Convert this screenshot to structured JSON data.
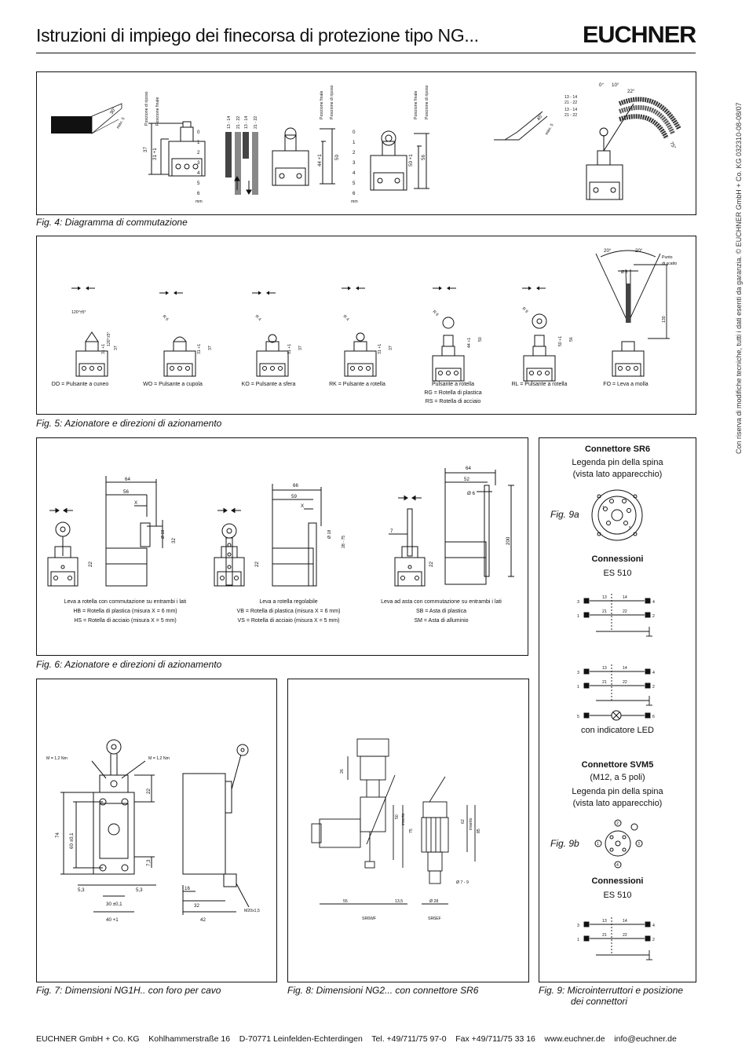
{
  "header": {
    "title": "Istruzioni di impiego dei finecorsa di protezione tipo NG...",
    "logo": "EUCHNER"
  },
  "sidebar": {
    "text": "Con riserva di modifiche tecniche, tutti i dati esenti da garanzia.   © EUCHNER GmbH + Co. KG   032310-08-08/07"
  },
  "fig4": {
    "caption": "Fig. 4: Diagramma di commutazione",
    "pos_rest": "Posizione di riposo",
    "pos_end": "Posizione finale",
    "contacts": [
      "13 - 14",
      "21 - 22",
      "13 - 14",
      "21 - 22"
    ],
    "scale": [
      "0",
      "1",
      "2",
      "3",
      "4",
      "5",
      "6"
    ],
    "mm": "mm",
    "dims": {
      "a": "37",
      "b": "31 +1",
      "c": "44 +1",
      "d": "50",
      "e": "50 +1",
      "f": "56",
      "g": "30°",
      "h": "45°",
      "i": "max. 5"
    },
    "angles": [
      "0°",
      "10°",
      "22°",
      "75°"
    ],
    "contacts_r": [
      "13 - 14",
      "21 - 22",
      "13 - 14",
      "21 - 22"
    ]
  },
  "fig5": {
    "caption": "Fig. 5: Azionatore e direzioni di azionamento",
    "items": [
      {
        "label": "DO = Pulsante a cuneo",
        "dim": "120°±5°"
      },
      {
        "label": "WO = Pulsante a cupola",
        "dim": "R 6"
      },
      {
        "label": "KO = Pulsante a sfera",
        "dim": "R 4"
      },
      {
        "label": "RK = Pulsante a rotella",
        "dim": "R 4"
      },
      {
        "label": "Pulsante a rotella",
        "sub1": "RG = Rotella di plastica",
        "sub2": "RS = Rotella di acciaio",
        "dim": "R 6"
      },
      {
        "label": "RL = Pulsante a rotella",
        "dim": "R 9"
      },
      {
        "label": "FO = Leva a molla",
        "dim": "Ø 8"
      }
    ],
    "spring": {
      "angle1": "20°",
      "angle2": "20°",
      "point_l1": "Punto",
      "point_l2": "di scatto",
      "len": "130"
    },
    "dims": [
      "31 +1",
      "37",
      "44 +1",
      "50",
      "50 +1",
      "56"
    ]
  },
  "fig6": {
    "caption": "Fig. 6: Azionatore e direzioni di azionamento",
    "groups": [
      {
        "l1": "Leva a rotella con commutazione su entrambi i lati",
        "l2": "HB = Rotella di plastica (misura X = 6 mm)",
        "l3": "HS = Rotella di acciaio (misura X = 5 mm)"
      },
      {
        "l1": "Leva a rotella regolabile",
        "l2": "VB = Rotella di plastica (misura X = 6 mm)",
        "l3": "VS = Rotella di acciaio (misura X = 5 mm)"
      },
      {
        "l1": "Leva ad asta con commutazione su entrambi i lati",
        "l2": "SB = Asta di plastica",
        "l3": "SM = Asta di alluminio"
      }
    ],
    "dims": {
      "d64": "64",
      "d56": "56",
      "d66": "66",
      "d59": "59",
      "x": "X",
      "d18": "Ø 18",
      "d32": "32",
      "d22": "22",
      "d2875": "28 - 75",
      "d7": "7",
      "d52": "52",
      "d6": "Ø 6",
      "d200": "200"
    }
  },
  "fig7": {
    "caption": "Fig. 7: Dimensioni NG1H.. con foro per cavo",
    "torque1": "M = 1,2 Nm",
    "torque2": "M = 1,2 Nm",
    "dims": {
      "d74": "74",
      "d60": "60 ±0,1",
      "d22": "22",
      "d73": "7,3",
      "d53a": "5,3",
      "d53b": "5,3",
      "d30": "30 ±0,1",
      "d40": "40 +1",
      "d16": "16",
      "d32": "32",
      "d42": "42"
    },
    "thread": "M20x1,5"
  },
  "fig8": {
    "caption": "Fig. 8: Dimensioni NG2... con connettore SR6",
    "labels": [
      "SR6WF",
      "SR6EF"
    ],
    "dims": {
      "d26": "26",
      "d50": "50",
      "d75": "75",
      "d62": "62",
      "d85": "85",
      "ins1": "inserto",
      "ins2": "inserto",
      "d55": "55",
      "d135": "13,5",
      "d28": "Ø 28",
      "d79": "Ø 7 - 9"
    }
  },
  "fig9": {
    "caption_l1": "Fig. 9: Microinterruttori e posizione",
    "caption_l2": "dei connettori",
    "sr6_title": "Connettore  SR6",
    "sr6_l1": "Legenda pin della spina",
    "sr6_l2": "(vista lato apparecchio)",
    "fig9a": "Fig. 9a",
    "conn_title": "Connessioni",
    "conn_model": "ES 510",
    "led_text": "con indicatore LED",
    "svm5_title": "Connettore  SVM5",
    "svm5_sub": "(M12, a 5 poli)",
    "svm5_l1": "Legenda pin della spina",
    "svm5_l2": "(vista lato apparecchio)",
    "fig9b": "Fig. 9b",
    "conn_title2": "Connessioni",
    "conn_model2": "ES 510",
    "pins": {
      "p1": "1",
      "p2": "2",
      "p3": "3",
      "p4": "4",
      "p5": "5",
      "p6": "6",
      "c13": "13",
      "c14": "14",
      "c21": "21",
      "c22": "22"
    }
  },
  "footer": {
    "text": "EUCHNER GmbH + Co. KG    Kohlhammerstraße 16    D-70771 Leinfelden-Echterdingen    Tel. +49/711/75 97-0    Fax +49/711/75 33 16    www.euchner.de    info@euchner.de"
  }
}
